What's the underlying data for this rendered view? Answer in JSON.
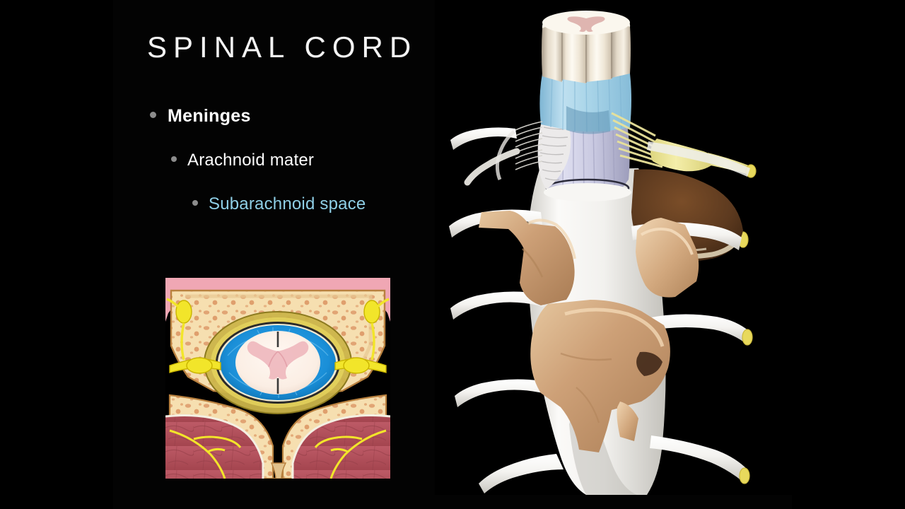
{
  "slide": {
    "title": "SPINAL CORD",
    "background_color": "#000000",
    "accent_color": "#8fcfe6",
    "bullets": [
      {
        "level": 1,
        "label": "Meninges",
        "color": "#ffffff"
      },
      {
        "level": 2,
        "label": "Arachnoid mater",
        "color": "#fdfdfd"
      },
      {
        "level": 3,
        "label": "Subarachnoid space",
        "color": "#8fcfe6"
      }
    ]
  },
  "figures": {
    "cross_section": {
      "name": "vertebra-cross-section",
      "caption": "",
      "colors": {
        "skin": "#f0a7b4",
        "bone_cortical": "#e8c893",
        "bone_cancellous": "#f6dfb0",
        "marrow_specks": "#dd9a6a",
        "dura": "#d9c24a",
        "subarachnoid_csf": "#1a8fd8",
        "cord_white_matter": "#fbeee4",
        "gray_matter": "#eeb7bc",
        "nerve_yellow": "#f2e52a",
        "muscle": "#b5505e",
        "background": "#000000"
      }
    },
    "spine_3d": {
      "name": "spinal-cord-vertebrae-3d",
      "caption": "",
      "colors": {
        "cord_white_matter": "#efe6d6",
        "cord_gray_matter": "#d9a9a4",
        "arachnoid_blue": "#a8d4e8",
        "dura_lavender": "#c8c8e0",
        "nerve_root_yellow": "#efe89a",
        "dural_sac_white": "#f2f1ee",
        "vertebra_tan": "#cda077",
        "vertebra_body_brown": "#5d3a1f",
        "background": "#000000"
      }
    }
  }
}
